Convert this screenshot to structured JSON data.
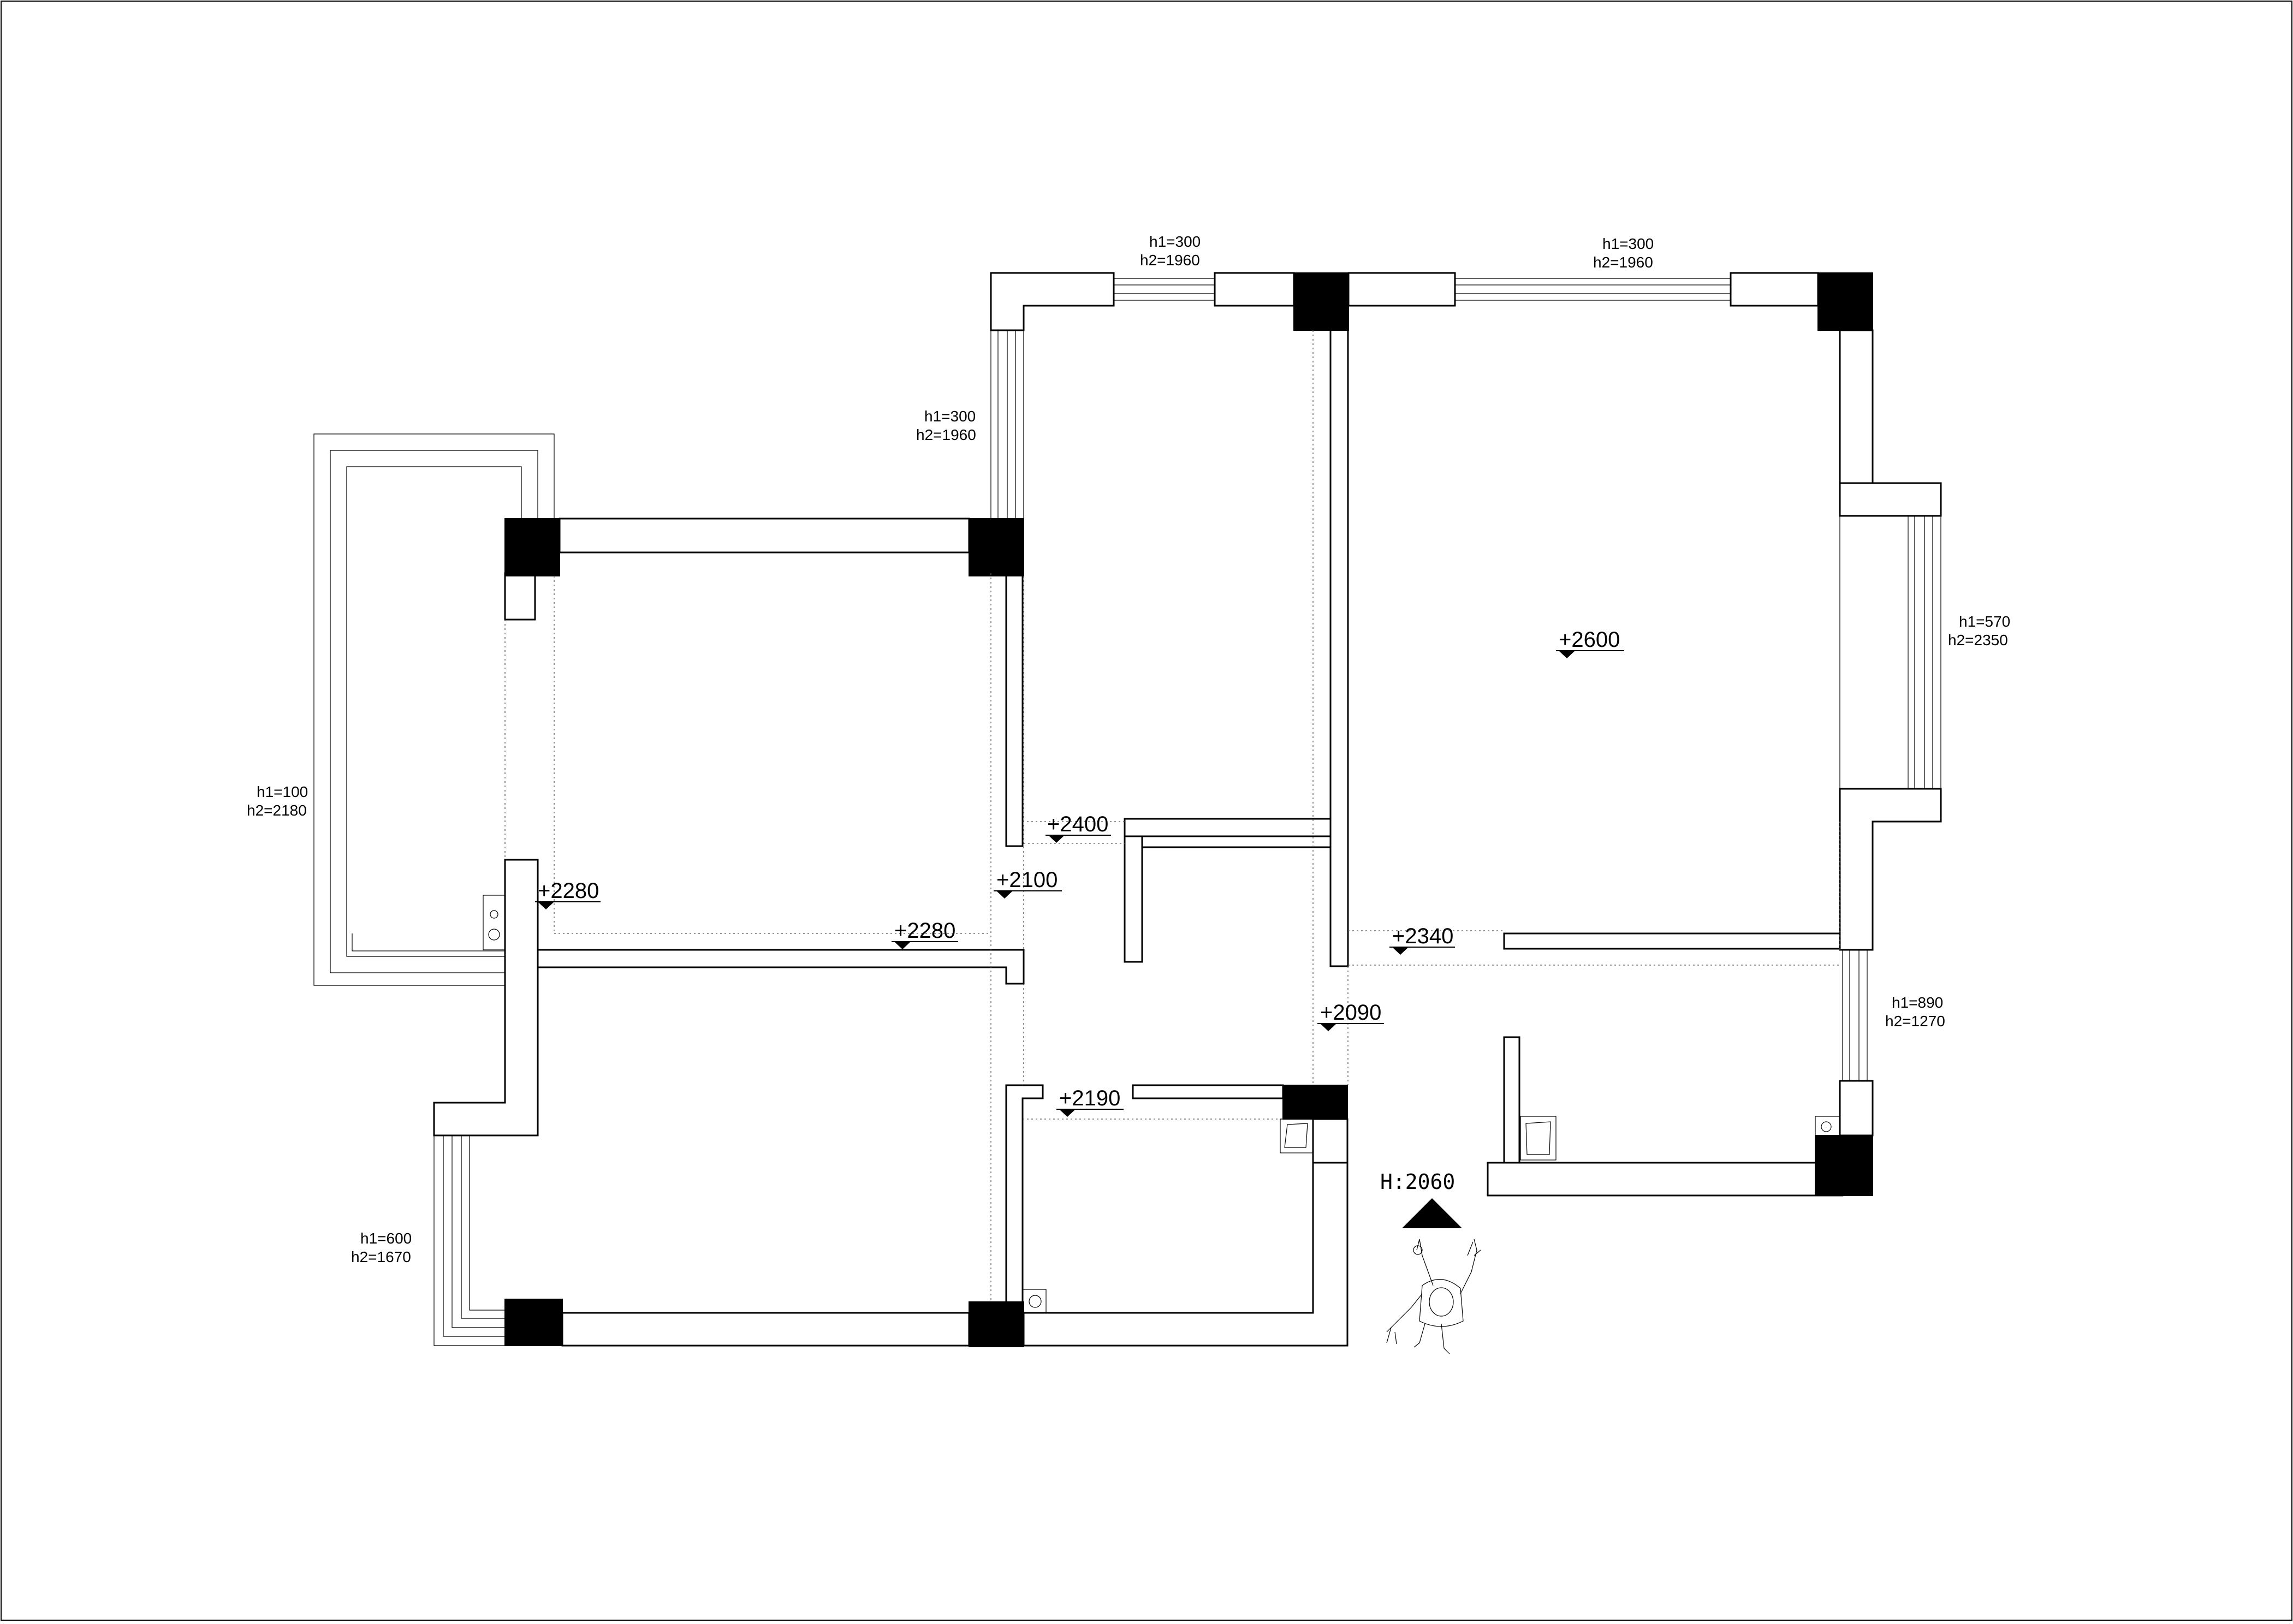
{
  "floor_levels": [
    {
      "id": "lvl-1",
      "text": "+2600"
    },
    {
      "id": "lvl-2",
      "text": "+2400"
    },
    {
      "id": "lvl-3",
      "text": "+2100"
    },
    {
      "id": "lvl-4",
      "text": "+2280"
    },
    {
      "id": "lvl-5",
      "text": "+2280"
    },
    {
      "id": "lvl-6",
      "text": "+2340"
    },
    {
      "id": "lvl-7",
      "text": "+2090"
    },
    {
      "id": "lvl-8",
      "text": "+2190"
    }
  ],
  "window_notes": [
    {
      "id": "win-1",
      "h1": "h1=300",
      "h2": "h2=1960"
    },
    {
      "id": "win-2",
      "h1": "h1=300",
      "h2": "h2=1960"
    },
    {
      "id": "win-3",
      "h1": "h1=300",
      "h2": "h2=1960"
    },
    {
      "id": "win-4",
      "h1": "h1=570",
      "h2": "h2=2350"
    },
    {
      "id": "win-5",
      "h1": "h1=100",
      "h2": "h2=2180"
    },
    {
      "id": "win-6",
      "h1": "h1=890",
      "h2": "h2=1270"
    },
    {
      "id": "win-7",
      "h1": "h1=600",
      "h2": "h2=1670"
    }
  ],
  "entrance": {
    "label": "H:2060"
  }
}
